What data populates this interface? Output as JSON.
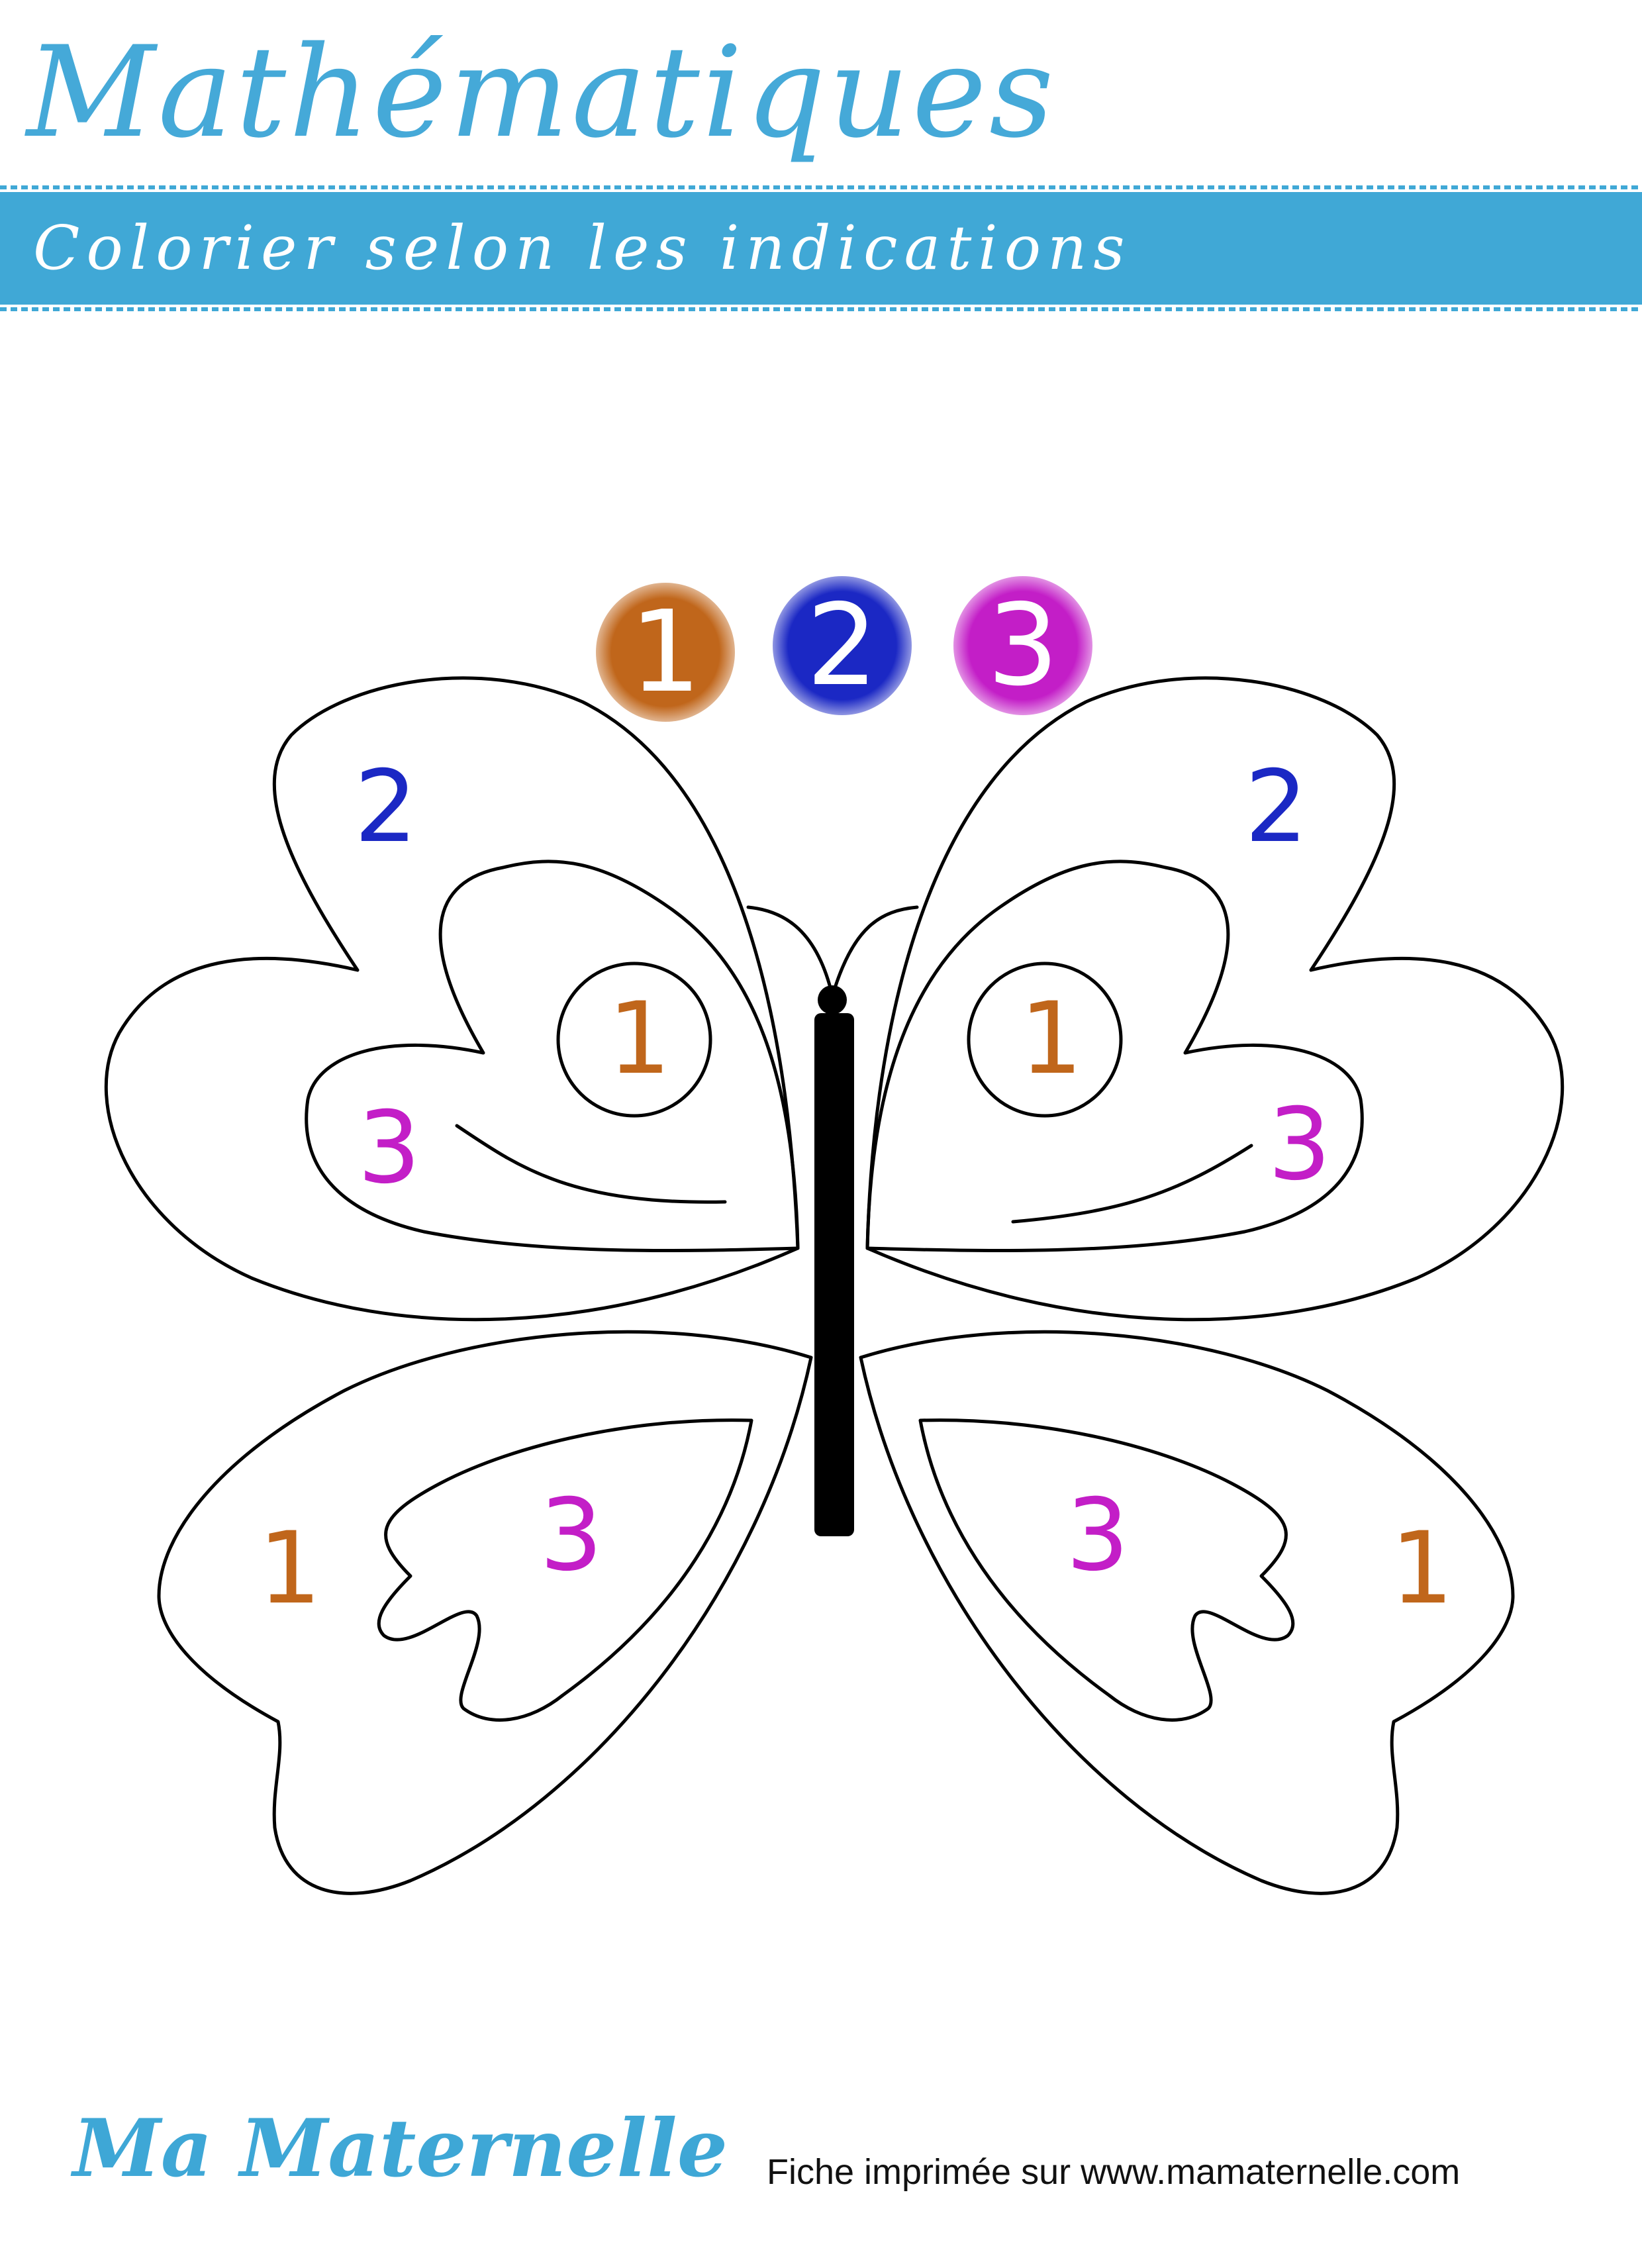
{
  "header": {
    "title": "Mathématiques",
    "subtitle": "Colorier selon les indications"
  },
  "legend": [
    {
      "label": "1",
      "color": "#c0661b"
    },
    {
      "label": "2",
      "color": "#1b28c4"
    },
    {
      "label": "3",
      "color": "#c31ec7"
    }
  ],
  "wing_numbers": {
    "upper_left_outer": "2",
    "upper_left_circle": "1",
    "upper_left_inner": "3",
    "upper_right_outer": "2",
    "upper_right_circle": "1",
    "upper_right_inner": "3",
    "lower_left_outer": "1",
    "lower_left_inner": "3",
    "lower_right_inner": "3",
    "lower_right_outer": "1"
  },
  "colors": {
    "accent": "#40a8d6",
    "one": "#c0661b",
    "two": "#1b28c4",
    "three": "#c31ec7"
  },
  "footer": {
    "brand": "Ma Maternelle",
    "printed_text": "Fiche imprimée sur www.mamaternelle.com"
  }
}
